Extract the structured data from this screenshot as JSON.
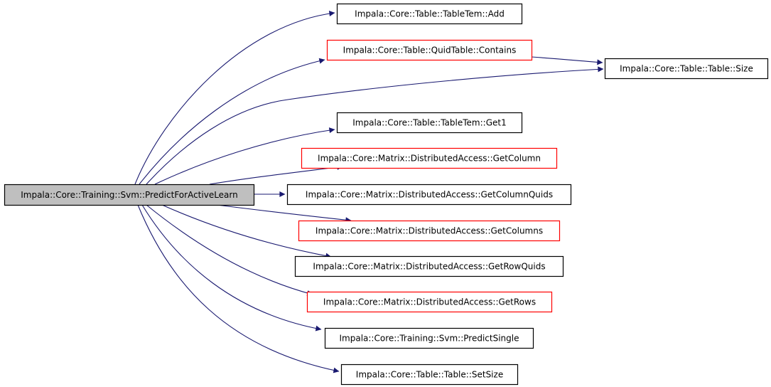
{
  "colors": {
    "edge": "#191970",
    "border_default": "#000000",
    "border_incomplete": "#ff0000",
    "root_fill": "#bfbfbf",
    "node_fill": "#ffffff"
  },
  "graph": {
    "root": {
      "id": "root",
      "label": "Impala::Core::Training::Svm::PredictForActiveLearn"
    },
    "nodes": [
      {
        "id": "n_add",
        "label": "Impala::Core::Table::TableTem::Add",
        "border": "border_default"
      },
      {
        "id": "n_contains",
        "label": "Impala::Core::Table::QuidTable::Contains",
        "border": "border_incomplete"
      },
      {
        "id": "n_size",
        "label": "Impala::Core::Table::Table::Size",
        "border": "border_default"
      },
      {
        "id": "n_get1",
        "label": "Impala::Core::Table::TableTem::Get1",
        "border": "border_default"
      },
      {
        "id": "n_getcolumn",
        "label": "Impala::Core::Matrix::DistributedAccess::GetColumn",
        "border": "border_incomplete"
      },
      {
        "id": "n_getcolumnquids",
        "label": "Impala::Core::Matrix::DistributedAccess::GetColumnQuids",
        "border": "border_default"
      },
      {
        "id": "n_getcolumns",
        "label": "Impala::Core::Matrix::DistributedAccess::GetColumns",
        "border": "border_incomplete"
      },
      {
        "id": "n_getrowquids",
        "label": "Impala::Core::Matrix::DistributedAccess::GetRowQuids",
        "border": "border_default"
      },
      {
        "id": "n_getrows",
        "label": "Impala::Core::Matrix::DistributedAccess::GetRows",
        "border": "border_incomplete"
      },
      {
        "id": "n_predictsingle",
        "label": "Impala::Core::Training::Svm::PredictSingle",
        "border": "border_default"
      },
      {
        "id": "n_setsize",
        "label": "Impala::Core::Table::Table::SetSize",
        "border": "border_default"
      }
    ],
    "edges": [
      {
        "from": "root",
        "to": "n_add"
      },
      {
        "from": "root",
        "to": "n_contains"
      },
      {
        "from": "root",
        "to": "n_size"
      },
      {
        "from": "root",
        "to": "n_get1"
      },
      {
        "from": "root",
        "to": "n_getcolumn"
      },
      {
        "from": "root",
        "to": "n_getcolumnquids"
      },
      {
        "from": "root",
        "to": "n_getcolumns"
      },
      {
        "from": "root",
        "to": "n_getrowquids"
      },
      {
        "from": "root",
        "to": "n_getrows"
      },
      {
        "from": "root",
        "to": "n_predictsingle"
      },
      {
        "from": "root",
        "to": "n_setsize"
      },
      {
        "from": "n_contains",
        "to": "n_size"
      }
    ]
  }
}
